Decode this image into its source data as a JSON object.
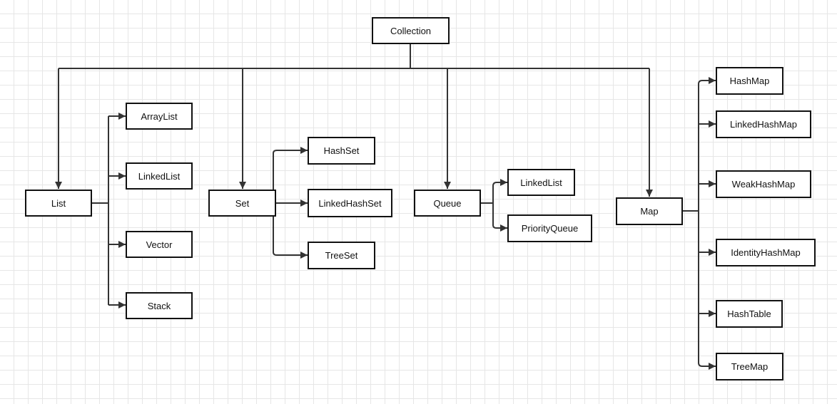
{
  "nodes": {
    "collection": "Collection",
    "list": "List",
    "arraylist": "ArrayList",
    "linkedlist_list": "LinkedList",
    "vector": "Vector",
    "stack": "Stack",
    "set": "Set",
    "hashset": "HashSet",
    "linkedhashset": "LinkedHashSet",
    "treeset": "TreeSet",
    "queue": "Queue",
    "linkedlist_queue": "LinkedList",
    "priorityqueue": "PriorityQueue",
    "map": "Map",
    "hashmap": "HashMap",
    "linkedhashmap": "LinkedHashMap",
    "weakhashmap": "WeakHashMap",
    "identityhashmap": "IdentityHashMap",
    "hashtable": "HashTable",
    "treemap": "TreeMap"
  },
  "colors": {
    "line": "#333333",
    "border": "#111111",
    "grid": "#e6e6e6"
  }
}
